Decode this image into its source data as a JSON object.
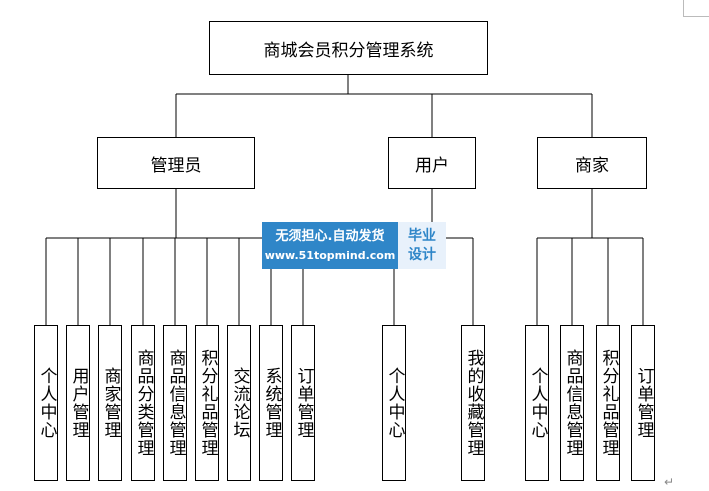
{
  "root": {
    "label": "商城会员积分管理系统"
  },
  "roles": [
    {
      "label": "管理员",
      "children": [
        "个人中心",
        "用户管理",
        "商家管理",
        "商品分类管理",
        "商品信息管理",
        "积分礼品管理",
        "交流论坛",
        "系统管理",
        "订单管理"
      ]
    },
    {
      "label": "用户",
      "children": [
        "个人中心",
        "我的收藏管理"
      ]
    },
    {
      "label": "商家",
      "children": [
        "个人中心",
        "商品信息管理",
        "积分礼品管理",
        "订单管理"
      ]
    }
  ],
  "watermark": {
    "line1": "无须担心.自动发货",
    "line2": "www.51topmind.com",
    "tag_line1": "毕业",
    "tag_line2": "设计"
  },
  "paragraph_mark": "↵"
}
